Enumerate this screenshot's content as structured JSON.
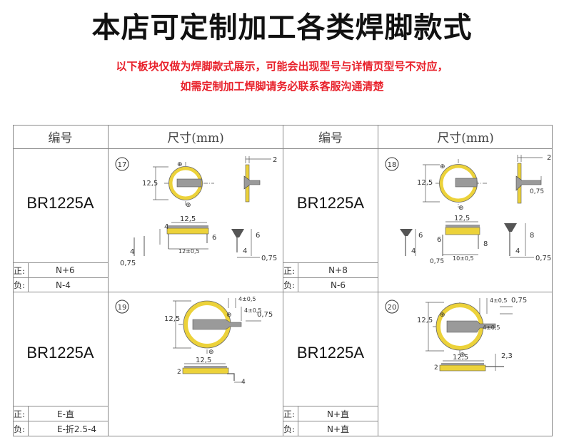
{
  "title": "本店可定制加工各类焊脚款式",
  "notice": {
    "line1": "以下板块仅做为焊脚款式展示，可能会出现型号与详情页型号不对应，",
    "line2": "如需定制加工焊脚请务必联系客服沟通清楚"
  },
  "table": {
    "header": {
      "number": "编号",
      "size": "尺寸(mm)"
    },
    "pos_label": "正:",
    "neg_label": "负:",
    "entries": [
      {
        "index": "17",
        "model": "BR1225A",
        "positive": "N+6",
        "negative": "N-4"
      },
      {
        "index": "18",
        "model": "BR1225A",
        "positive": "N+8",
        "negative": "N-6"
      },
      {
        "index": "19",
        "model": "BR1225A",
        "positive": "E-直",
        "negative": "E-折2.5-4"
      },
      {
        "index": "20",
        "model": "BR1225A",
        "positive": "N+直",
        "negative": "N+直"
      }
    ]
  },
  "dims": {
    "dia": "12,5",
    "d2": "2",
    "d075": "0,75",
    "d4": "4",
    "d6": "6",
    "d8": "8",
    "d12": "12±0,5",
    "d10": "10±0,5",
    "d4pm": "4±0,5",
    "d23": "2,3"
  },
  "colors": {
    "border": "#8a8a8a",
    "accent_red": "#e8202a",
    "battery_yellow": "#ecd23a",
    "tab_gray": "#9a9a9a"
  }
}
